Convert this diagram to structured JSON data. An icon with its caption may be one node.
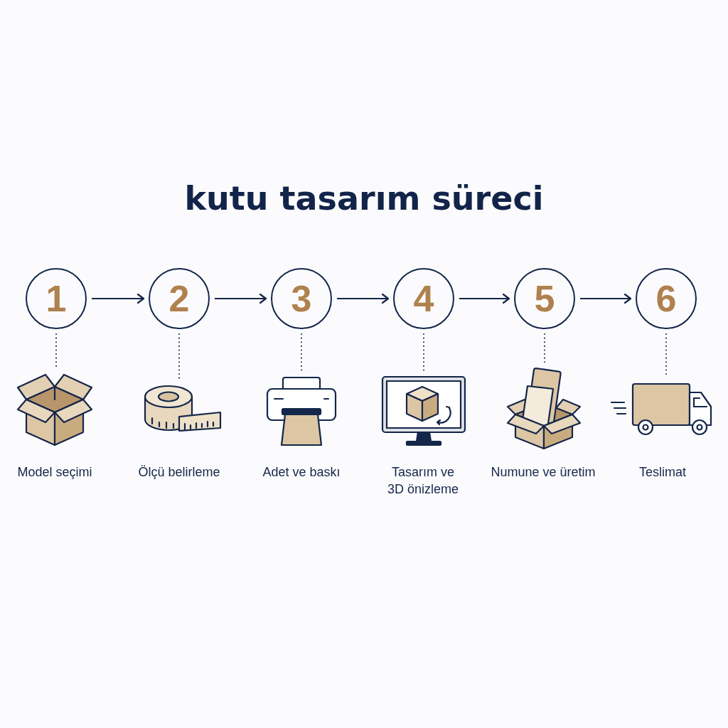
{
  "diagram": {
    "title": "kutu tasarım süreci",
    "nodes": [
      {
        "text": [
          "1"
        ]
      },
      {
        "text": [
          "2"
        ]
      },
      {
        "text": [
          "3"
        ]
      },
      {
        "text": [
          "4"
        ]
      },
      {
        "text": [
          "5"
        ]
      },
      {
        "text": [
          "6"
        ]
      },
      {
        "text": [],
        "shape": "picture",
        "beside": [
          "Model seçimi"
        ]
      },
      {
        "text": [],
        "shape": "picture",
        "beside": [
          "Ölçü belirleme"
        ]
      },
      {
        "text": [],
        "shape": "picture",
        "beside": [
          "Adet ve baskı"
        ]
      },
      {
        "text": [],
        "shape": "picture",
        "beside": [
          "Tasarım ve 3D önizleme"
        ]
      },
      {
        "text": [],
        "shape": "picture",
        "beside": [
          "Numune ve üretim"
        ]
      },
      {
        "text": [],
        "shape": "picture",
        "beside": [
          "Teslimat"
        ]
      }
    ],
    "edges": [
      {
        "from": 0,
        "to": 1,
        "arrow": "to"
      },
      {
        "from": 1,
        "to": 2,
        "arrow": "to"
      },
      {
        "from": 2,
        "to": 3,
        "arrow": "to"
      },
      {
        "from": 3,
        "to": 4,
        "arrow": "to"
      },
      {
        "from": 4,
        "to": 5,
        "arrow": "to"
      },
      {
        "from": 0,
        "to": 6,
        "arrow": "none",
        "style": "dashed"
      },
      {
        "from": 1,
        "to": 7,
        "arrow": "none",
        "style": "dashed"
      },
      {
        "from": 2,
        "to": 8,
        "arrow": "none",
        "style": "dashed"
      },
      {
        "from": 3,
        "to": 9,
        "arrow": "none",
        "style": "dashed"
      },
      {
        "from": 4,
        "to": 10,
        "arrow": "none",
        "style": "dashed"
      },
      {
        "from": 5,
        "to": 11,
        "arrow": "none",
        "style": "dashed"
      }
    ]
  }
}
